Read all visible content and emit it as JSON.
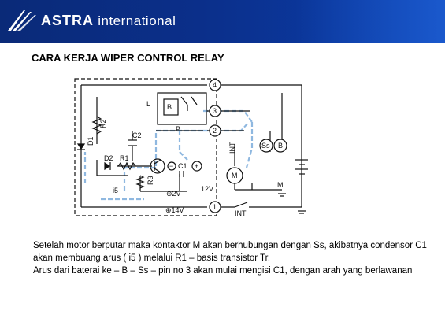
{
  "header": {
    "brand_bold": "ASTRA",
    "brand_light": " international"
  },
  "slide": {
    "title": "CARA KERJA WIPER CONTROL RELAY",
    "paragraph1": "Setelah motor berputar maka kontaktor M akan berhubungan dengan Ss, akibatnya condensor C1 akan membuang arus ( i5 ) melalui R1 – basis transistor Tr.",
    "paragraph2": "Arus dari baterai ke – B – Ss – pin no 3 akan mulai mengisi  C1, dengan arah yang berlawanan"
  },
  "diagram": {
    "colors": {
      "line": "#111111",
      "flow": "#8fb8e0"
    },
    "labels": {
      "L": "L",
      "B": "B",
      "P": "P",
      "R2": "R2",
      "D1": "D1",
      "D2": "D2",
      "R1": "R1",
      "C2": "C2",
      "C1": "C1",
      "i5": "i5",
      "R3": "R3",
      "v2": "⊕2V",
      "v14": "⊕14V",
      "v12": "12V",
      "INT_vert": "INT",
      "Ss": "Ss",
      "Bbatt": "B",
      "M_motor": "M",
      "M_contact": "M",
      "INT_bottom": "INT",
      "pin4": "4",
      "pin3": "3",
      "pin2": "2",
      "pin1": "1",
      "minus": "−",
      "plus": "+"
    }
  }
}
